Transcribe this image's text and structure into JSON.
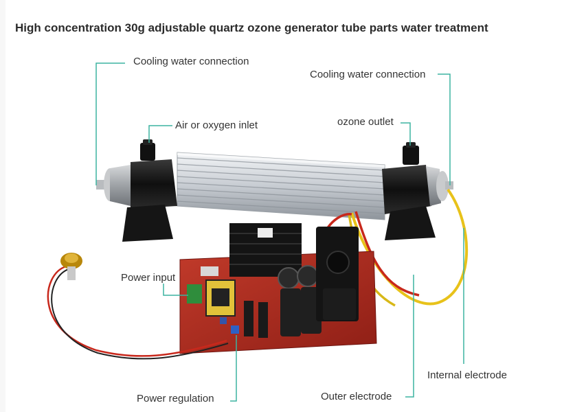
{
  "page": {
    "title": "High concentration 30g adjustable quartz ozone generator tube parts water treatment"
  },
  "callouts": {
    "cooling_left": "Cooling water connection",
    "cooling_right": "Cooling water connection",
    "air_inlet": "Air or oxygen inlet",
    "ozone_outlet": "ozone outlet",
    "power_input": "Power input",
    "internal_electrode": "Internal electrode",
    "outer_electrode": "Outer electrode",
    "power_regulation": "Power regulation"
  },
  "colors": {
    "leader_line": "#3cb3a0",
    "pcb": "#b52a1f",
    "heatsink": "#d9dde2",
    "end_cap": "#1a1a1a",
    "yellow_wire": "#e8c21a",
    "red_wire": "#c8281c"
  }
}
